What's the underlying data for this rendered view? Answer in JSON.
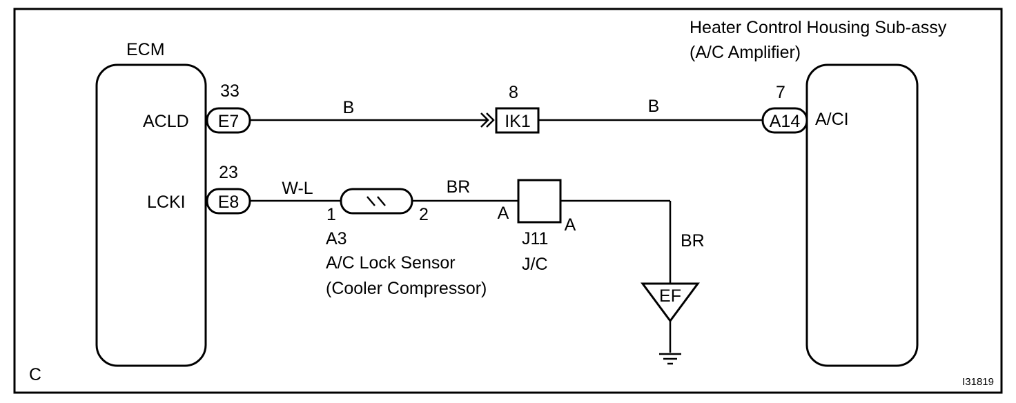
{
  "ecm": {
    "title": "ECM",
    "pin_acld": "ACLD",
    "pin_lcki": "LCKI"
  },
  "amplifier": {
    "title_line1": "Heater Control Housing Sub-assy",
    "title_line2": "(A/C Amplifier)",
    "pin_aci": "A/CI"
  },
  "connectors": {
    "e7": {
      "id": "E7",
      "pin": "33"
    },
    "e8": {
      "id": "E8",
      "pin": "23"
    },
    "ik1": {
      "id": "IK1",
      "pin": "8"
    },
    "a14": {
      "id": "A14",
      "pin": "7"
    }
  },
  "wires": {
    "acld_left": "B",
    "acld_right": "B",
    "lcki_wl": "W-L",
    "lcki_br": "BR",
    "ground_br": "BR"
  },
  "sensor": {
    "pin1": "1",
    "pin2": "2",
    "code": "A3",
    "name_line1": "A/C Lock Sensor",
    "name_line2": "(Cooler Compressor)"
  },
  "junction": {
    "code": "J11",
    "name": "J/C",
    "term_left": "A",
    "term_right": "A"
  },
  "ground": {
    "label": "EF"
  },
  "corner_letter": "C",
  "figure_id": "I31819"
}
